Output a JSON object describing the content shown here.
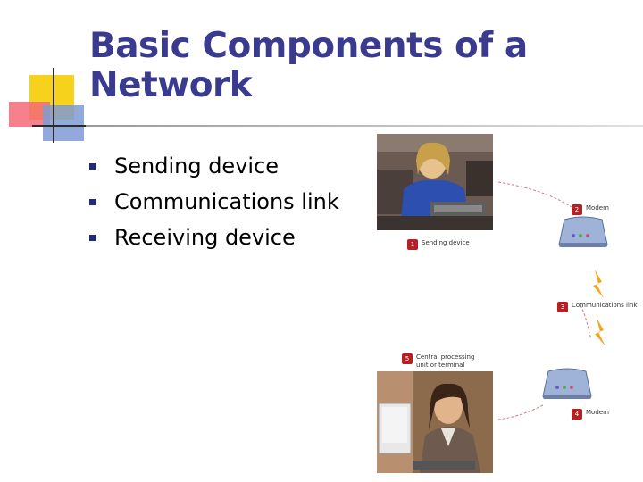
{
  "slide": {
    "title": "Basic Components of a Network",
    "bullets": [
      "Sending device",
      "Communications link",
      "Receiving device"
    ]
  },
  "diagram": {
    "steps": [
      {
        "num": "1",
        "label": "Sending device"
      },
      {
        "num": "2",
        "label": "Modem"
      },
      {
        "num": "3",
        "label": "Communications link"
      },
      {
        "num": "4",
        "label": "Modem"
      },
      {
        "num": "5",
        "label": "Central processing unit or terminal"
      }
    ]
  },
  "colors": {
    "title": "#3a3a8f",
    "bullet": "#1f2a78",
    "step_badge": "#b52025",
    "accent_yellow": "#f7d21c",
    "accent_red": "#f46a78",
    "accent_blue": "#7f9bd3"
  }
}
